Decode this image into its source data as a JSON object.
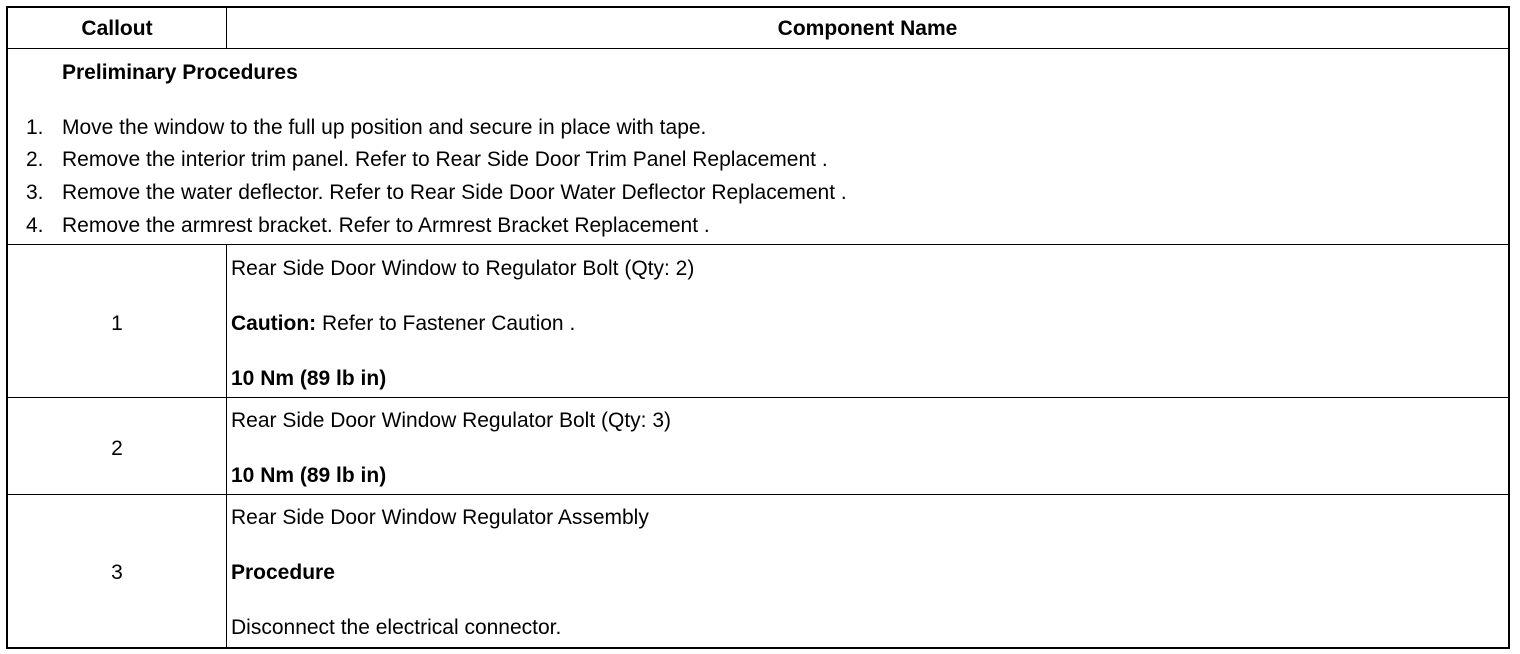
{
  "headers": {
    "callout": "Callout",
    "component_name": "Component Name"
  },
  "preliminary": {
    "title": "Preliminary Procedures",
    "steps": [
      {
        "num": "1.",
        "text": "Move the window to the full up position and secure in place with tape."
      },
      {
        "num": "2.",
        "text": "Remove the interior trim panel. Refer to Rear Side Door Trim Panel Replacement ."
      },
      {
        "num": "3.",
        "text": "Remove the water deflector. Refer to Rear Side Door Water Deflector Replacement ."
      },
      {
        "num": "4.",
        "text": "Remove the armrest bracket. Refer to Armrest Bracket Replacement ."
      }
    ]
  },
  "rows": [
    {
      "callout": "1",
      "name": "Rear Side Door Window to Regulator Bolt (Qty: 2)",
      "caution_label": "Caution:",
      "caution_text": " Refer to Fastener Caution .",
      "torque": "10 Nm (89 lb in)"
    },
    {
      "callout": "2",
      "name": "Rear Side Door Window Regulator Bolt (Qty: 3)",
      "torque": "10 Nm (89 lb in)"
    },
    {
      "callout": "3",
      "name": "Rear Side Door Window Regulator Assembly",
      "procedure_label": "Procedure",
      "procedure_text": "Disconnect the electrical connector."
    }
  ]
}
